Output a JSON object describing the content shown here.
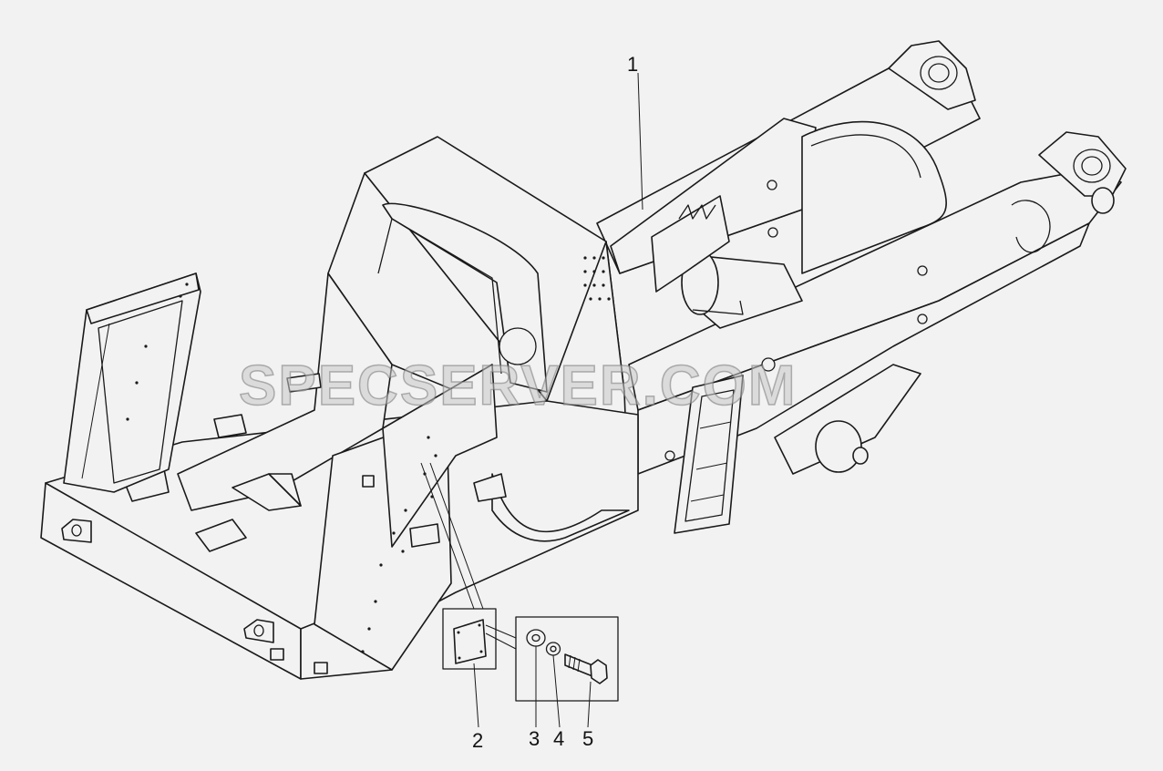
{
  "callouts": {
    "c1": "1",
    "c2": "2",
    "c3": "3",
    "c4": "4",
    "c5": "5"
  },
  "watermark": "SPECSERVER.COM",
  "colors": {
    "background": "#f2f2f2",
    "line": "#1a1a1a"
  }
}
